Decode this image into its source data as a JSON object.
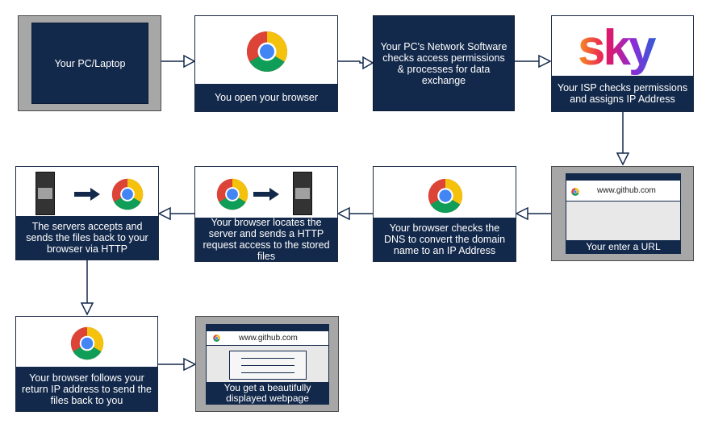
{
  "steps": {
    "pc": {
      "label": "Your PC/Laptop"
    },
    "browser_open": {
      "label": "You open your browser"
    },
    "network_software": {
      "label": "Your PC's Network Software checks access permissions & processes for data exchange"
    },
    "isp": {
      "logo_text": "sky",
      "label": "Your ISP checks permissions and assigns IP Address"
    },
    "enter_url": {
      "url": "www.github.com",
      "label": "Your enter a URL"
    },
    "dns": {
      "label": "Your browser checks the DNS to convert the domain name to an IP Address"
    },
    "locate_server": {
      "label": "Your browser locates the server and sends a HTTP request access to the stored files"
    },
    "server_sends": {
      "label": "The servers accepts and sends the files back to your browser via HTTP"
    },
    "return_ip": {
      "label": "Your browser follows your return IP address to send the files back to you"
    },
    "webpage": {
      "url": "www.github.com",
      "label": "You get a beautifully displayed webpage"
    }
  },
  "colors": {
    "navy": "#13294b",
    "frame_grey": "#a7a7a7",
    "chrome_red": "#db4437",
    "chrome_yellow": "#f4c20d",
    "chrome_green": "#0f9d58",
    "chrome_blue": "#4285f4",
    "sky_gradient": [
      "#f7931e",
      "#e8175d",
      "#8e2bd6",
      "#2b5fd9"
    ]
  }
}
